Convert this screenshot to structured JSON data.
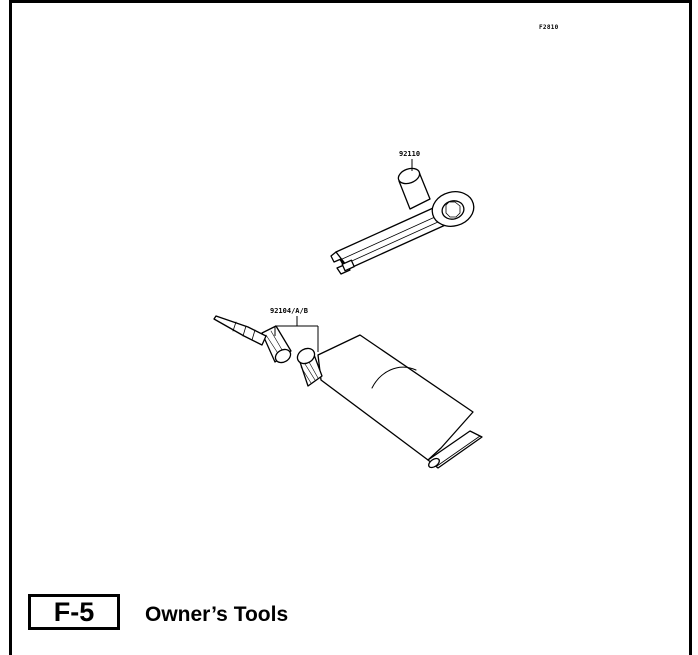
{
  "figure": {
    "code": "F2810",
    "parts": [
      {
        "number": "92110",
        "icon": "spanner-wrench-icon"
      },
      {
        "number": "92104/A/B",
        "icon": "grease-tube-icon"
      }
    ]
  },
  "section": {
    "number": "F-5",
    "title": "Owner’s Tools"
  }
}
